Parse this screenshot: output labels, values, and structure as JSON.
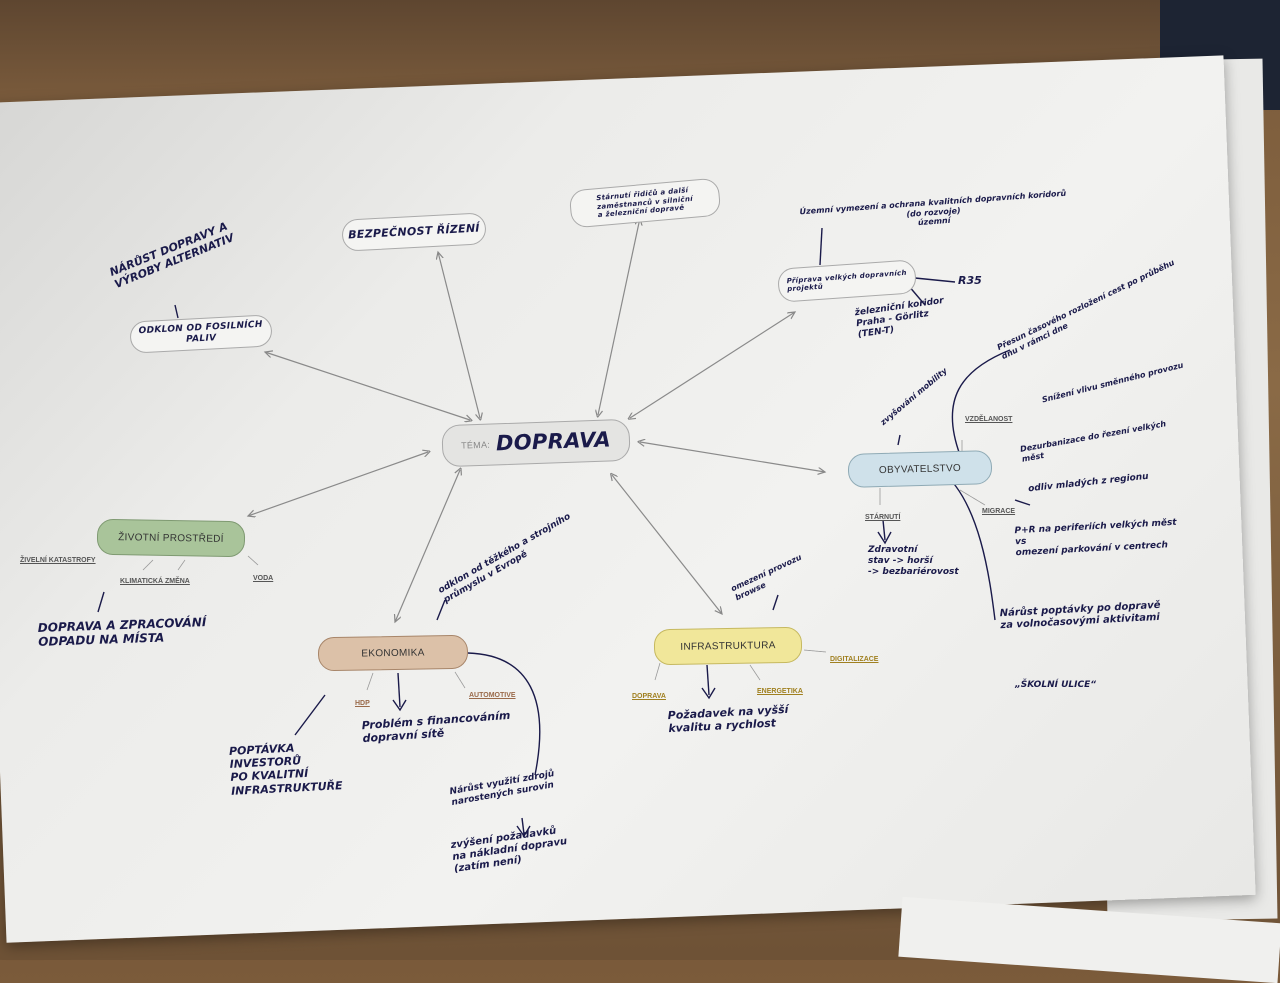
{
  "diagram": {
    "center": {
      "prefix": "TÉMA:",
      "title": "DOPRAVA"
    },
    "printed_nodes": {
      "zivotni": "ŽIVOTNÍ PROSTŘEDÍ",
      "ekonomika": "EKONOMIKA",
      "infrastruktura": "INFRASTRUKTURA",
      "obyvatelstvo": "OBYVATELSTVO"
    },
    "printed_labels": {
      "zivelni": "ŽIVELNÍ KATASTROFY",
      "klimaticka": "KLIMATICKÁ ZMĚNA",
      "voda": "VODA",
      "hdp": "HDP",
      "automotive": "AUTOMOTIVE",
      "doprava": "DOPRAVA",
      "energetika": "ENERGETIKA",
      "digitalizace": "DIGITALIZACE",
      "vzdelanost": "VZDĚLANOST",
      "starnuti": "STÁRNUTÍ",
      "migrace": "MIGRACE"
    },
    "handwritten_nodes": {
      "bezpecnost": "BEZPEČNOST ŘÍZENÍ",
      "odklon": "ODKLON OD FOSILNÍCH\nPALIV",
      "stavba": "Příprava velkých dopravních\nprojektů"
    },
    "handwritten_notes": {
      "narust_doprava": "NÁRŮST DOPRAVY A\nVÝROBY ALTERNATIV",
      "starnuti_ridice": "Stárnutí řidičů a další\nzaměstnanců v silniční\na železniční dopravě",
      "uzemni": "Územní vymezení a ochrana kvalitních dopravních koridorů\n(do rozvoje)\núzemní",
      "r35": "R35",
      "zeleznicni": "železniční koridor\nPraha - Görlitz\n(TEN-T)",
      "zvysovani": "zvyšování mobility",
      "presun": "Přesun časového rozložení cest po průběhu\ndnu v rámci dne",
      "snizeni": "Snížení vlivu směnného provozu",
      "dezurbanizace": "Dezurbanizace do řezení velkých\nměst",
      "odliv": "odliv mladých z regionu",
      "pr": "P+R na periferiích velkých měst\nvs\nomezení parkování v centrech",
      "zdravotni": "Zdravotní\nstav -> horší\n-> bezbariérovost",
      "narust_poptavky": "Nárůst poptávky po dopravě\nza volnočasovými aktivitami",
      "skolni": "„ŠKOLNÍ ULICE“",
      "dopravaodpad": "DOPRAVA A ZPRACOVÁNÍ\nODPADU NA MÍSTA",
      "odklon_tezkeho": "odklon od těžkého a strojního\nprůmyslu v Evropě",
      "poptavka": "POPTÁVKA\nINVESTORŮ\nPO KVALITNÍ\nINFRASTRUKTUŘE",
      "problem": "Problém s financováním\ndopravní sítě",
      "narust_vyuziti": "Nárůst využití zdrojů\nnarostených surovin",
      "zvyseni": "zvýšení požadavků\nna nákladní dopravu\n(zatím není)",
      "pozadavek": "Požadavek na vyšší\nkvalitu a rychlost",
      "omezeni": "omezení provozu\nbrowse"
    },
    "colors": {
      "zivotni": "#a9c49a",
      "ekonomika": "#dcc1a8",
      "infrastruktura": "#f1e79a",
      "obyvatelstvo": "#cfe1ea",
      "center": "#e4e4e2",
      "ink": "#1a1a4a"
    }
  }
}
